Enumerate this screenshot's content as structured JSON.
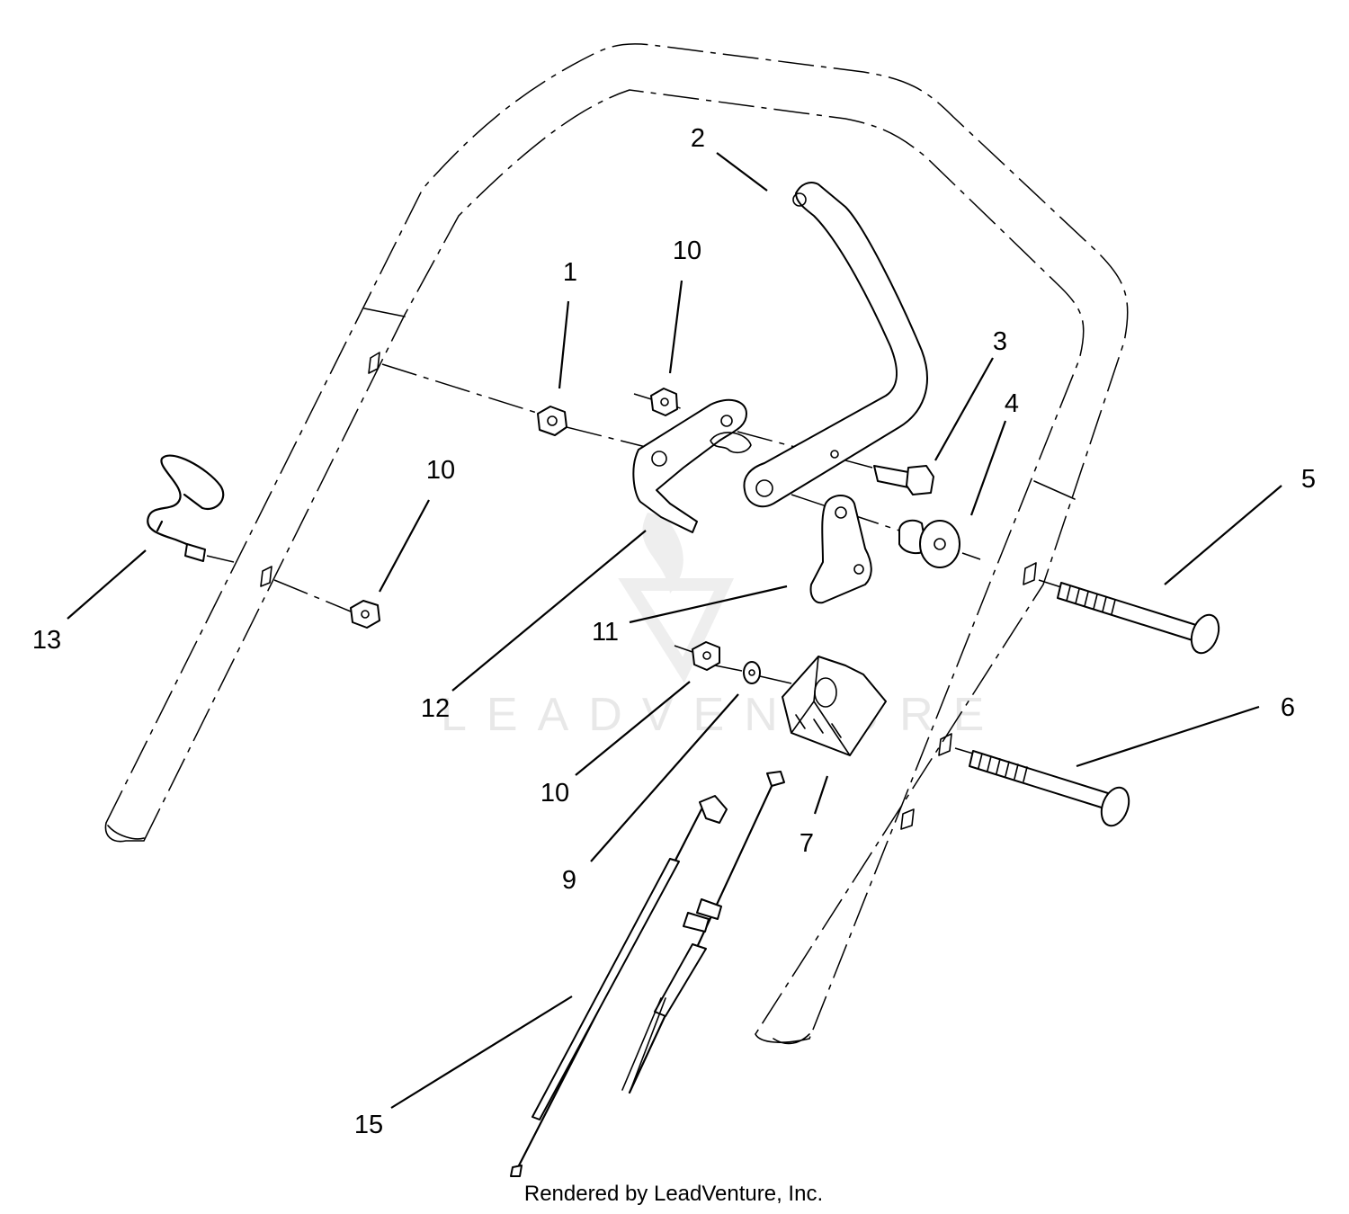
{
  "callouts": [
    "1",
    "2",
    "3",
    "4",
    "5",
    "6",
    "7",
    "9",
    "10",
    "10",
    "10",
    "11",
    "12",
    "13",
    "15"
  ],
  "watermark": "LEADVENTURE",
  "footer": "Rendered by LeadVenture, Inc."
}
